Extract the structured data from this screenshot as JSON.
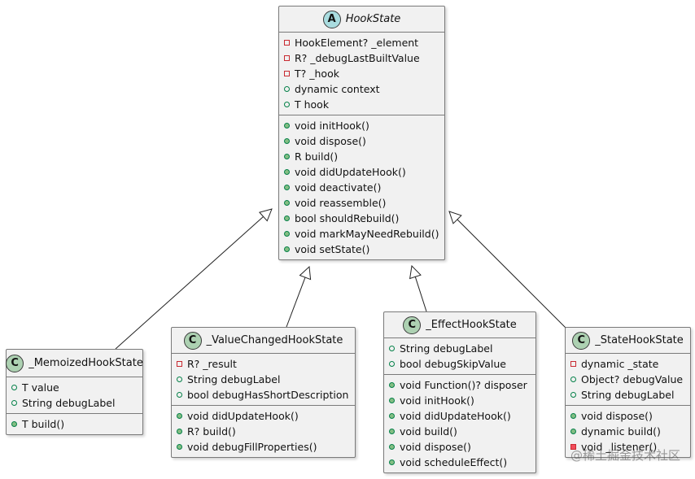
{
  "diagram": {
    "classes": [
      {
        "id": "hookstate",
        "stereotype": "A",
        "kind": "abstract",
        "name": "HookState",
        "fields": [
          {
            "vis": "private",
            "text": "HookElement? _element"
          },
          {
            "vis": "private",
            "text": "R? _debugLastBuiltValue"
          },
          {
            "vis": "private",
            "text": "T? _hook"
          },
          {
            "vis": "public",
            "text": "dynamic context"
          },
          {
            "vis": "public",
            "text": "T hook"
          }
        ],
        "methods": [
          {
            "vis": "public",
            "text": "void initHook()"
          },
          {
            "vis": "public",
            "text": "void dispose()"
          },
          {
            "vis": "public",
            "text": "R build()"
          },
          {
            "vis": "public",
            "text": "void didUpdateHook()"
          },
          {
            "vis": "public",
            "text": "void deactivate()"
          },
          {
            "vis": "public",
            "text": "void reassemble()"
          },
          {
            "vis": "public",
            "text": "bool shouldRebuild()"
          },
          {
            "vis": "public",
            "text": "void markMayNeedRebuild()"
          },
          {
            "vis": "public",
            "text": "void setState()"
          }
        ]
      },
      {
        "id": "memoized",
        "stereotype": "C",
        "kind": "concrete",
        "name": "_MemoizedHookState",
        "fields": [
          {
            "vis": "public",
            "text": "T value"
          },
          {
            "vis": "public",
            "text": "String debugLabel"
          }
        ],
        "methods": [
          {
            "vis": "public",
            "text": "T build()"
          }
        ]
      },
      {
        "id": "valuechanged",
        "stereotype": "C",
        "kind": "concrete",
        "name": "_ValueChangedHookState",
        "fields": [
          {
            "vis": "private",
            "text": "R? _result"
          },
          {
            "vis": "public",
            "text": "String debugLabel"
          },
          {
            "vis": "public",
            "text": "bool debugHasShortDescription"
          }
        ],
        "methods": [
          {
            "vis": "public",
            "text": "void didUpdateHook()"
          },
          {
            "vis": "public",
            "text": "R? build()"
          },
          {
            "vis": "public",
            "text": "void debugFillProperties()"
          }
        ]
      },
      {
        "id": "effect",
        "stereotype": "C",
        "kind": "concrete",
        "name": "_EffectHookState",
        "fields": [
          {
            "vis": "public",
            "text": "String debugLabel"
          },
          {
            "vis": "public",
            "text": "bool debugSkipValue"
          }
        ],
        "methods": [
          {
            "vis": "public",
            "text": "void Function()? disposer"
          },
          {
            "vis": "public",
            "text": "void initHook()"
          },
          {
            "vis": "public",
            "text": "void didUpdateHook()"
          },
          {
            "vis": "public",
            "text": "void build()"
          },
          {
            "vis": "public",
            "text": "void dispose()"
          },
          {
            "vis": "public",
            "text": "void scheduleEffect()"
          }
        ]
      },
      {
        "id": "statehook",
        "stereotype": "C",
        "kind": "concrete",
        "name": "_StateHookState",
        "fields": [
          {
            "vis": "private",
            "text": "dynamic _state"
          },
          {
            "vis": "public",
            "text": "Object? debugValue"
          },
          {
            "vis": "public",
            "text": "String debugLabel"
          }
        ],
        "methods": [
          {
            "vis": "public",
            "text": "void dispose()"
          },
          {
            "vis": "public",
            "text": "dynamic build()"
          },
          {
            "vis": "private",
            "text": "void _listener()"
          }
        ]
      }
    ],
    "edges": [
      {
        "from": "memoized",
        "to": "hookstate",
        "type": "inheritance"
      },
      {
        "from": "valuechanged",
        "to": "hookstate",
        "type": "inheritance"
      },
      {
        "from": "effect",
        "to": "hookstate",
        "type": "inheritance"
      },
      {
        "from": "statehook",
        "to": "hookstate",
        "type": "inheritance"
      }
    ]
  },
  "watermark": "@稀土掘金技术社区"
}
